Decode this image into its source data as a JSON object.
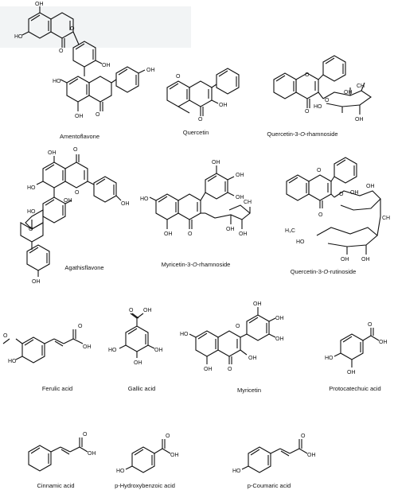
{
  "compounds": [
    {
      "id": "amentoflavone",
      "name": "Amentoflavone"
    },
    {
      "id": "quercetin",
      "name": "Quercetin"
    },
    {
      "id": "q3r",
      "name_main": "Quercetin-3-",
      "name_italic": "O",
      "name_tail": "-rhamnoside"
    },
    {
      "id": "agathisflavone",
      "name": "Agathisflavone"
    },
    {
      "id": "m3r",
      "name_main": "Myricetin-3-",
      "name_italic": "O",
      "name_tail": "-rhamnoside"
    },
    {
      "id": "q3ru",
      "name_main": "Quercetin-3-",
      "name_italic": "O",
      "name_tail": "-rutinoside"
    },
    {
      "id": "ferulic",
      "name": "Ferulic acid"
    },
    {
      "id": "gallic",
      "name": "Gallic acid"
    },
    {
      "id": "myricetin",
      "name": "Myricetin"
    },
    {
      "id": "protocatechuic",
      "name": "Protocatechuic acid"
    },
    {
      "id": "cinnamic",
      "name": "Cinnamic acid"
    },
    {
      "id": "phba",
      "name": "p-Hydroxybenzoic acid"
    },
    {
      "id": "pcoumaric",
      "name": "p-Coumaric acid"
    }
  ],
  "atoms": {
    "OH": "OH",
    "HO": "HO",
    "O": "O",
    "OCH3": "O",
    "CH3": "CH",
    "H3C": "H₃C"
  }
}
